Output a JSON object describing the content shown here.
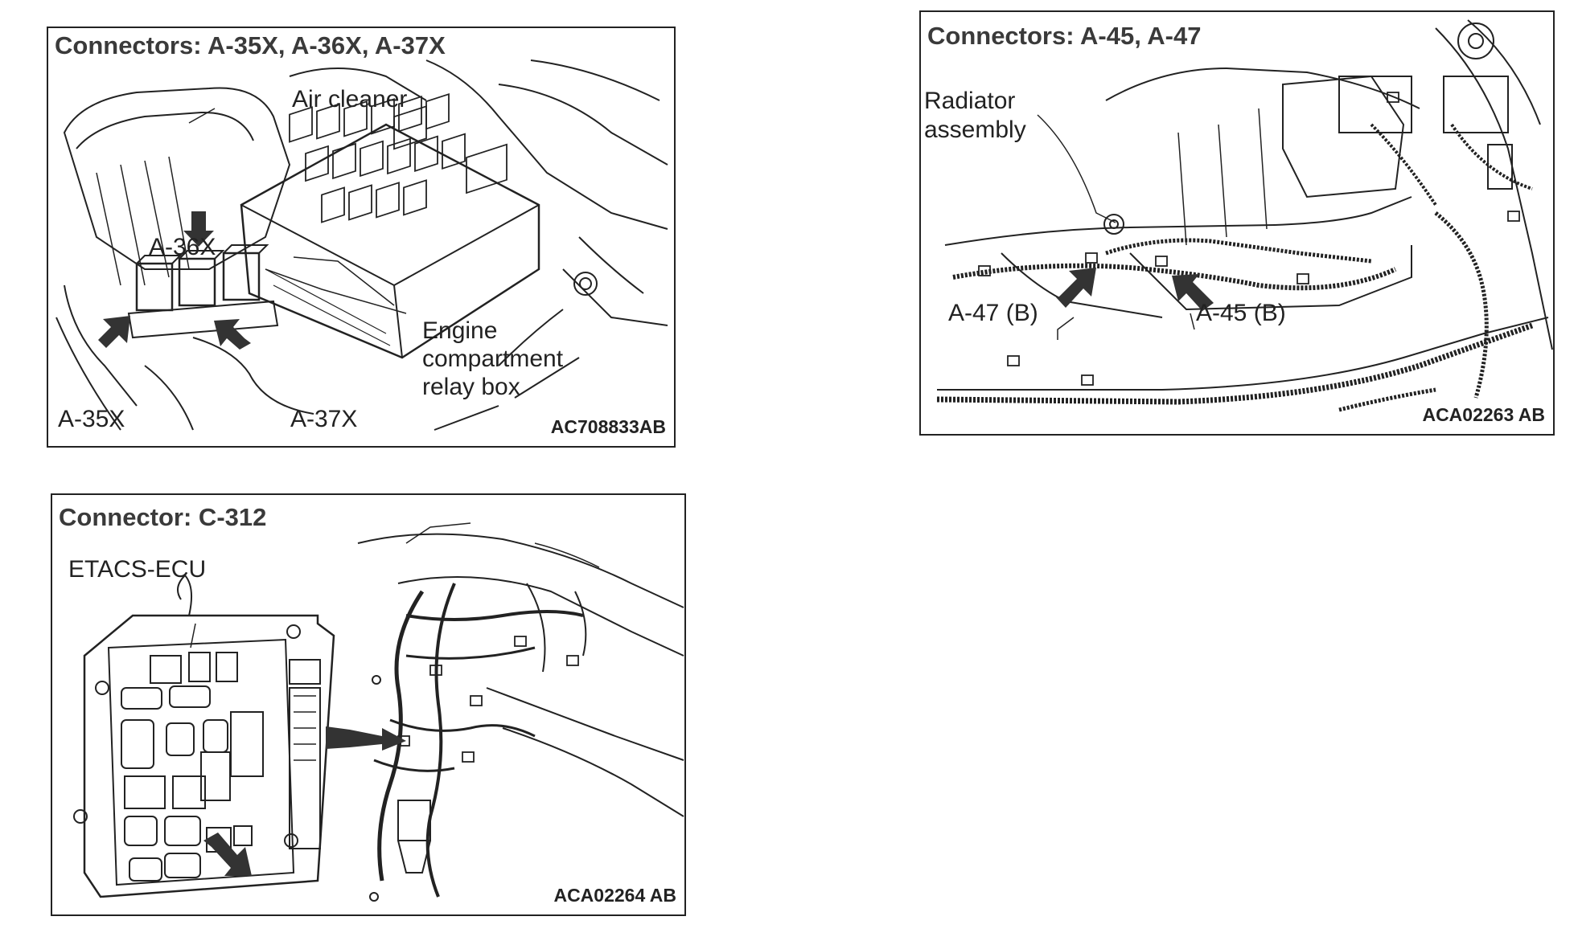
{
  "panels": [
    {
      "title": "Connectors: A-35X, A-36X, A-37X",
      "labels": {
        "air_cleaner": "Air cleaner",
        "a36x": "A-36X",
        "engine_relay_box_line1": "Engine",
        "engine_relay_box_line2": "compartment",
        "engine_relay_box_line3": "relay box",
        "a35x": "A-35X",
        "a37x": "A-37X"
      },
      "code": "AC708833AB"
    },
    {
      "title": "Connectors: A-45, A-47",
      "labels": {
        "radiator_line1": "Radiator",
        "radiator_line2": "assembly",
        "a47b": "A-47 (B)",
        "a45b": "A-45 (B)"
      },
      "code": "ACA02263 AB"
    },
    {
      "title": "Connector: C-312",
      "labels": {
        "etacs_ecu": "ETACS-ECU"
      },
      "code": "ACA02264 AB"
    }
  ],
  "colors": {
    "line": "#222222",
    "text": "#222222",
    "title": "#3a3a3a"
  }
}
